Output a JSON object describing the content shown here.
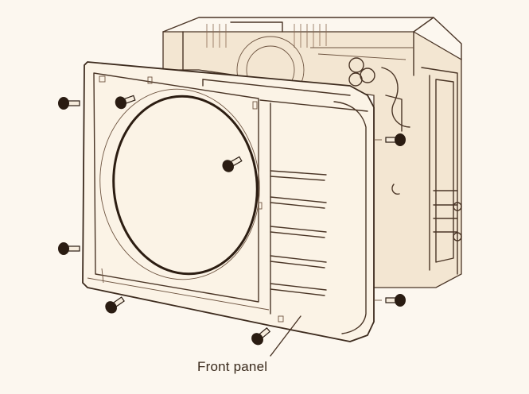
{
  "diagram": {
    "callouts": [
      {
        "id": "front-panel",
        "label": "Front panel"
      }
    ],
    "colors": {
      "background": "#fcf7ef",
      "line": "#3d2b1e",
      "panel_fill": "#fbf3e6",
      "screw": "#2a1c12"
    },
    "parts": {
      "screws": {
        "count": 8,
        "icon": "screw-icon"
      },
      "fan_opening": {
        "shape": "circle"
      }
    }
  }
}
